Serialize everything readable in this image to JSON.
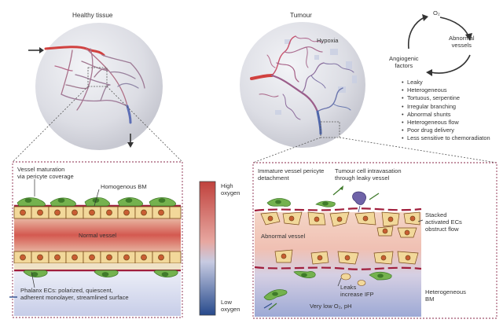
{
  "healthy": {
    "title": "Healthy tissue",
    "callout_title": "Vessel maturation\nvia pericyte coverage",
    "bm_label": "Homogenous BM",
    "vessel_label": "Normal vessel",
    "ec_label": "Phalanx ECs: polarized, quiescent,\nadherent monolayer, streamlined surface"
  },
  "oxygen_scale": {
    "high": "High\noxygen",
    "low": "Low\noxygen"
  },
  "tumour": {
    "title": "Tumour",
    "hypoxia": "Hypoxia",
    "cycle": {
      "o2": "O₂",
      "abnormal_vessels": "Abnormal\nvessels",
      "angiogenic_factors": "Angiogenic\nfactors"
    },
    "features": [
      "Leaky",
      "Heterogeneous",
      "Tortuous, serpentine",
      "Irregular branching",
      "Abnormal shunts",
      "Heterogeneous flow",
      "Poor drug delivery",
      "Less sensitive to chemoradiaton"
    ],
    "callout": {
      "pericyte": "Immature vessel pericyte\ndetachment",
      "intravasation": "Tumour cell intravasation\nthrough leaky vessel",
      "stacked": "Stacked\nactivated ECs\nobstruct flow",
      "abnormal_vessel": "Abnormal vessel",
      "leaks": "Leaks\nincrease IFP",
      "low_o2": "Very low O₂, pH",
      "het_bm": "Heterogeneous\nBM"
    }
  },
  "colors": {
    "high_oxygen": "#c0504d",
    "low_oxygen": "#2f4d8e",
    "ec_cell": "#f2d89a",
    "pericyte": "#6fb04a",
    "basement_membrane": "#a01e3c",
    "panel_border": "#8a2a4a",
    "sphere": "#dcdde3"
  }
}
